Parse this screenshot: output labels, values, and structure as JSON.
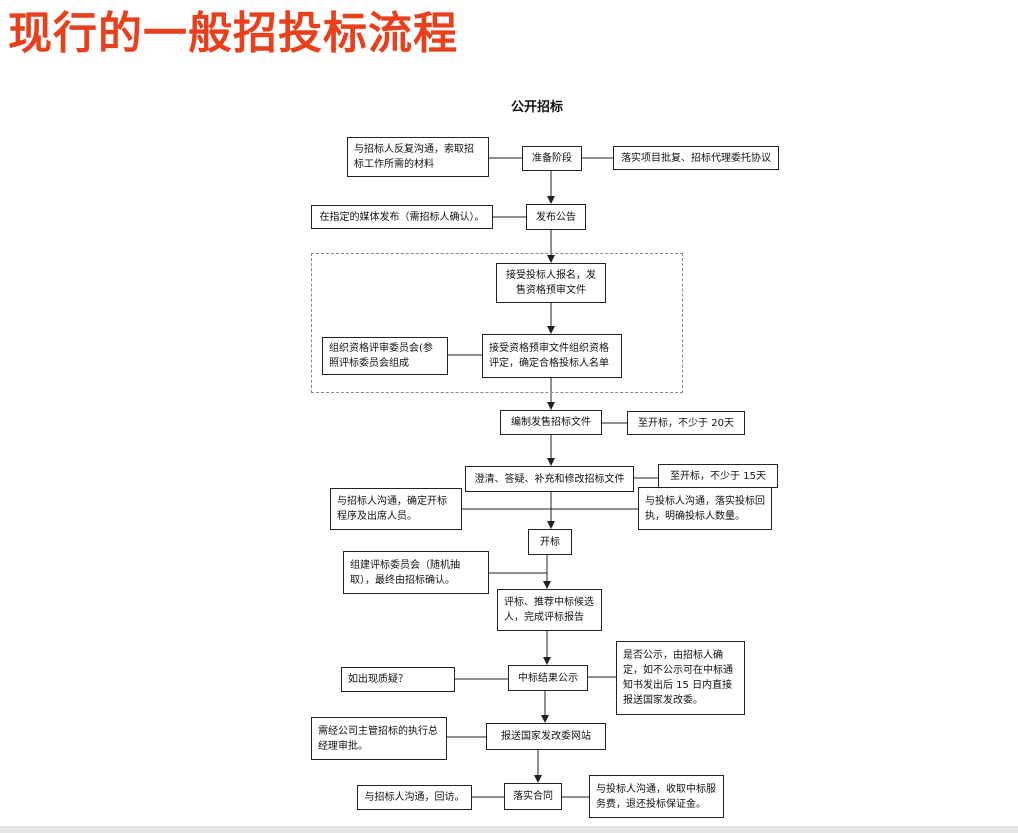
{
  "title": "现行的一般招投标流程",
  "subtitle": "公开招标",
  "nodes": {
    "n1": "准备阶段",
    "n2": "发布公告",
    "n3": "接受投标人报名，发售资格预审文件",
    "n4": "接受资格预审文件组织资格评定，确定合格投标人名单",
    "n5": "编制发售招标文件",
    "n6": "澄清、答疑、补充和修改招标文件",
    "n7": "开标",
    "n8": "评标、推荐中标候选人，完成评标报告",
    "n9": "中标结果公示",
    "n10": "报送国家发改委网站",
    "n11": "落实合同"
  },
  "notes": {
    "s1": "与招标人反复沟通，索取招标工作所需的材料",
    "s2": "落实项目批复、招标代理委托协议",
    "s3": "在指定的媒体发布（需招标人确认）。",
    "s4": "组织资格评审委员会(参照评标委员会组成",
    "s5": "至开标，不少于 20天",
    "s6": "至开标，不少于 15天",
    "s7": "与招标人沟通，确定开标程序及出席人员。",
    "s8": "与投标人沟通，落实投标回执，明确投标人数量。",
    "s9": "组建评标委员会（随机抽取），最终由招标确认。",
    "s10": "是否公示，由招标人确定，如不公示可在中标通知书发出后 15 日内直接报送国家发改委。",
    "s11": "如出现质疑？",
    "s12": "需经公司主管招标的执行总经理审批。",
    "s13": "与招标人沟通，回访。",
    "s14": "与投标人沟通，收取中标服务费，退还投标保证金。"
  }
}
